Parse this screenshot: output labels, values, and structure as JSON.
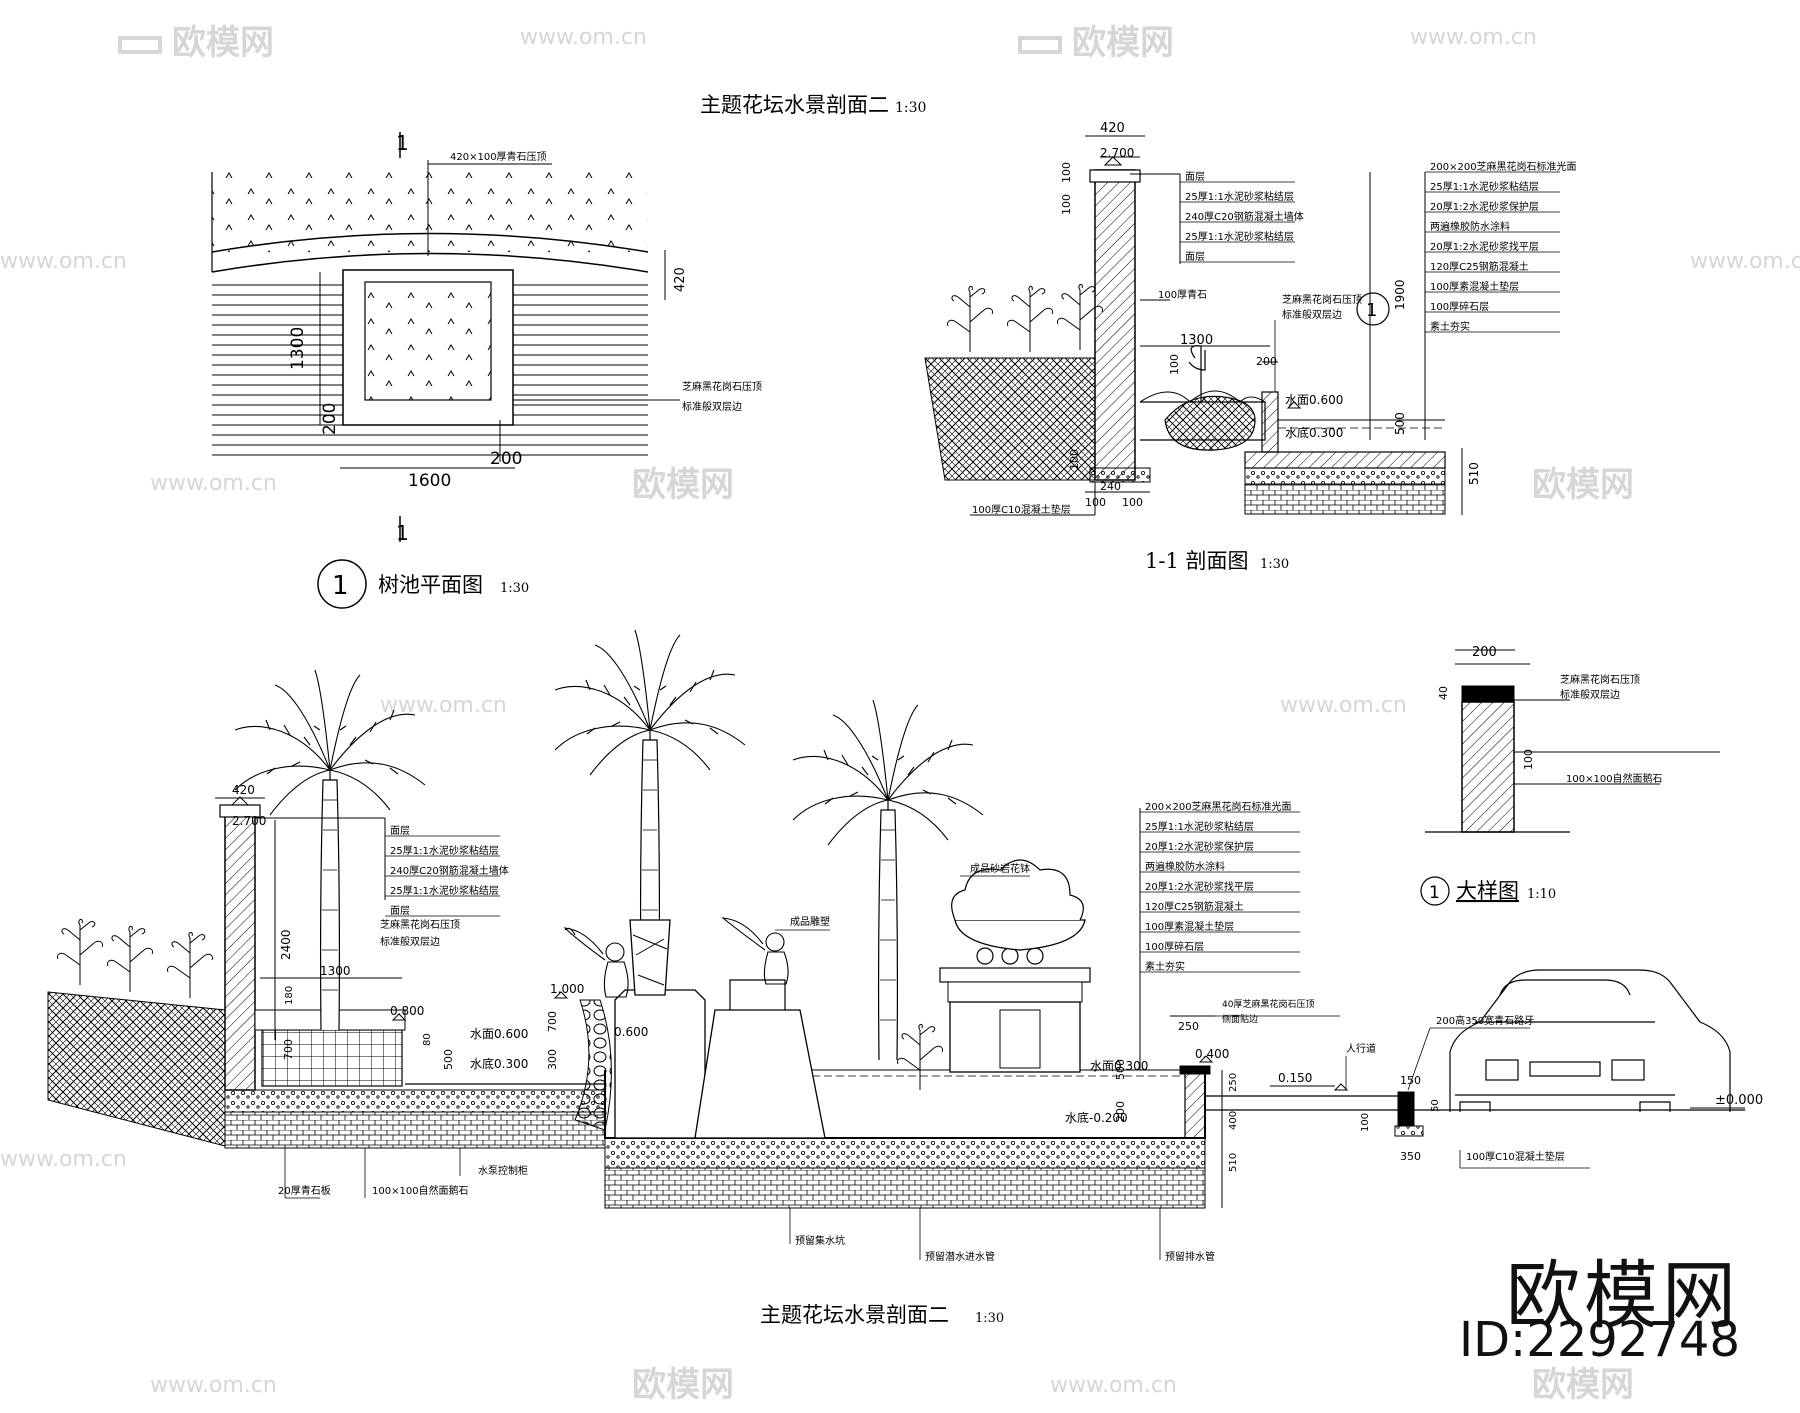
{
  "titles": {
    "top_section": "主题花坛水景剖面二",
    "top_section_scale": "1:30",
    "plan": "树池平面图",
    "plan_scale": "1:30",
    "plan_circle": "1",
    "section_1_1": "1-1 剖面图",
    "section_1_1_scale": "1:30",
    "detail": "大样图",
    "detail_circle": "1",
    "detail_scale": "1:10",
    "main_section": "主题花坛水景剖面二",
    "main_section_scale": "1:30"
  },
  "plan": {
    "cut_mark": "1",
    "coping": "420×100厚青石压顶",
    "dim_420": "420",
    "dim_1300": "1300",
    "dim_200_left": "200",
    "dim_200_right": "200",
    "dim_1600": "1600",
    "edge_note_1": "芝麻黑花岗石压顶",
    "edge_note_2": "标准般双层边"
  },
  "section11": {
    "dim_420": "420",
    "dim_2700": "2.700",
    "dim_100a": "100",
    "dim_100b": "100",
    "dim_1300": "1300",
    "dim_1900": "1900",
    "dim_200": "200",
    "dim_500": "500",
    "dim_510": "510",
    "dim_240": "240",
    "dim_100c": "100",
    "dim_100d": "100",
    "dim_100e": "100",
    "dim_100v": "100",
    "water_level": "水面0.600",
    "water_bottom": "水底0.300",
    "stone_label": "100厚青石",
    "edge_note_1": "芝麻黑花岗石压顶",
    "edge_note_2": "标准般双层边",
    "callout": "1",
    "foundation_note": "100厚C10混凝土垫层",
    "wall_layers": [
      "面层",
      "25厚1:1水泥砂浆粘结层",
      "240厚C20钢筋混凝土墙体",
      "25厚1:1水泥砂浆粘结层",
      "面层"
    ],
    "pool_layers": [
      "200×200芝麻黑花岗石标准光面",
      "25厚1:1水泥砂浆粘结层",
      "20厚1:2水泥砂浆保护层",
      "两遍橡胶防水涂料",
      "20厚1:2水泥砂浆找平层",
      "120厚C25钢筋混凝土",
      "100厚素混凝土垫层",
      "100厚碎石层",
      "素土夯实"
    ]
  },
  "detail": {
    "dim_200": "200",
    "dim_40": "40",
    "dim_100": "100",
    "edge_note_1": "芝麻黑花岗石压顶",
    "edge_note_2": "标准般双层边",
    "stone_note": "100×100自然面鹅石"
  },
  "main": {
    "dim_420": "420",
    "dim_2700": "2.700",
    "dim_2400": "2400",
    "dim_1300": "1300",
    "dim_180": "180",
    "dim_700": "700",
    "dim_500": "500",
    "dim_300": "300",
    "dim_80": "80",
    "dim_250": "250",
    "dim_250b": "250",
    "dim_400": "400",
    "dim_510": "510",
    "dim_200": "200",
    "dim_150": "150",
    "dim_100": "100",
    "dim_50": "50",
    "dim_350": "350",
    "elev_0800": "0.800",
    "elev_1000": "1.000",
    "elev_0600": "0.600",
    "elev_0400": "0.400",
    "elev_0150": "0.150",
    "elev_0000": "±0.000",
    "water_0600": "水面0.600",
    "water_0300": "水底0.300",
    "water_0300b": "水面0.300",
    "water_m0200": "水底-0.200",
    "sculpture_note": "成品雕塑",
    "flowerbowl_note": "成品砂岩花钵",
    "edge_note_1": "芝麻黑花岗石压顶",
    "edge_note_2": "标准般双层边",
    "coping_note_1": "40厚芝麻黑花岗石压顶",
    "coping_note_2": "侧面贴边",
    "sidewalk": "人行道",
    "curb": "200高350宽青石路牙",
    "foundation_note": "100厚C10混凝土垫层",
    "bottom_20": "20厚青石板",
    "bottom_stone": "100×100自然面鹅石",
    "bottom_pump": "水泵控制柜",
    "bottom_pit": "预留集水坑",
    "bottom_inlet": "预留潜水进水管",
    "bottom_drain": "预留排水管",
    "wall_layers": [
      "面层",
      "25厚1:1水泥砂浆粘结层",
      "240厚C20钢筋混凝土墙体",
      "25厚1:1水泥砂浆粘结层",
      "面层"
    ],
    "pool_layers": [
      "200×200芝麻黑花岗石标准光面",
      "25厚1:1水泥砂浆粘结层",
      "20厚1:2水泥砂浆保护层",
      "两遍橡胶防水涂料",
      "20厚1:2水泥砂浆找平层",
      "120厚C25钢筋混凝土",
      "100厚素混凝土垫层",
      "100厚碎石层",
      "素土夯实"
    ]
  },
  "watermarks": {
    "brand": "欧模网",
    "url": "www.om.cn"
  },
  "brand": {
    "name": "欧模网",
    "id": "ID:2292748"
  }
}
